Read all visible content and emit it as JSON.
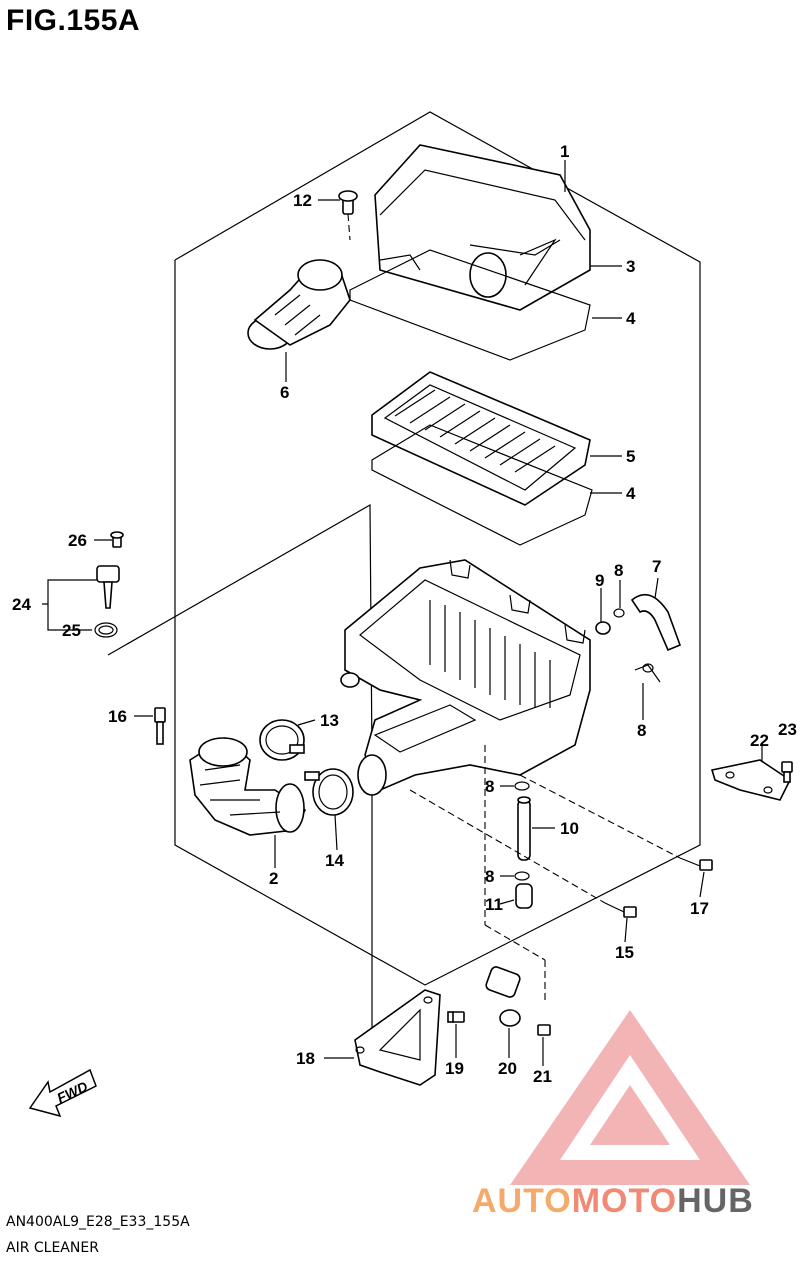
{
  "figure": {
    "title": "FIG.155A",
    "code": "AN400AL9_E28_E33_155A",
    "name": "AIR CLEANER"
  },
  "callouts": [
    "1",
    "3",
    "4",
    "12",
    "6",
    "5",
    "4",
    "26",
    "24",
    "25",
    "9",
    "8",
    "7",
    "8",
    "16",
    "13",
    "22",
    "23",
    "2",
    "14",
    "8",
    "10",
    "8",
    "11",
    "17",
    "15",
    "18",
    "19",
    "20",
    "21"
  ],
  "direction_label": "FWD",
  "watermark": {
    "part1": "AUTO",
    "part2": "MOTO",
    "part3": "HUB",
    "color_light": "#f5a15a",
    "color_mid": "#f07d66",
    "color_dark": "#555555"
  }
}
